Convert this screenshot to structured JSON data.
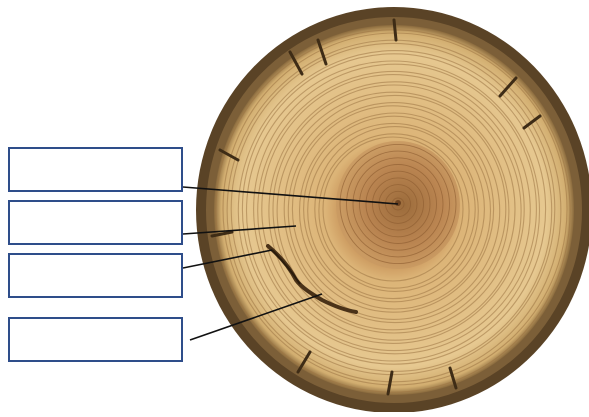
{
  "diagram": {
    "labels": [
      {
        "id": "label-1",
        "text": ""
      },
      {
        "id": "label-2",
        "text": ""
      },
      {
        "id": "label-3",
        "text": ""
      },
      {
        "id": "label-4",
        "text": ""
      }
    ]
  },
  "colors": {
    "box_border": "#2e4d8a",
    "bark": "#5a4326",
    "sapwood": "#e3c48d",
    "heartwood": "#b07a44",
    "ring": "#9c7443",
    "leader_line": "#111111"
  }
}
